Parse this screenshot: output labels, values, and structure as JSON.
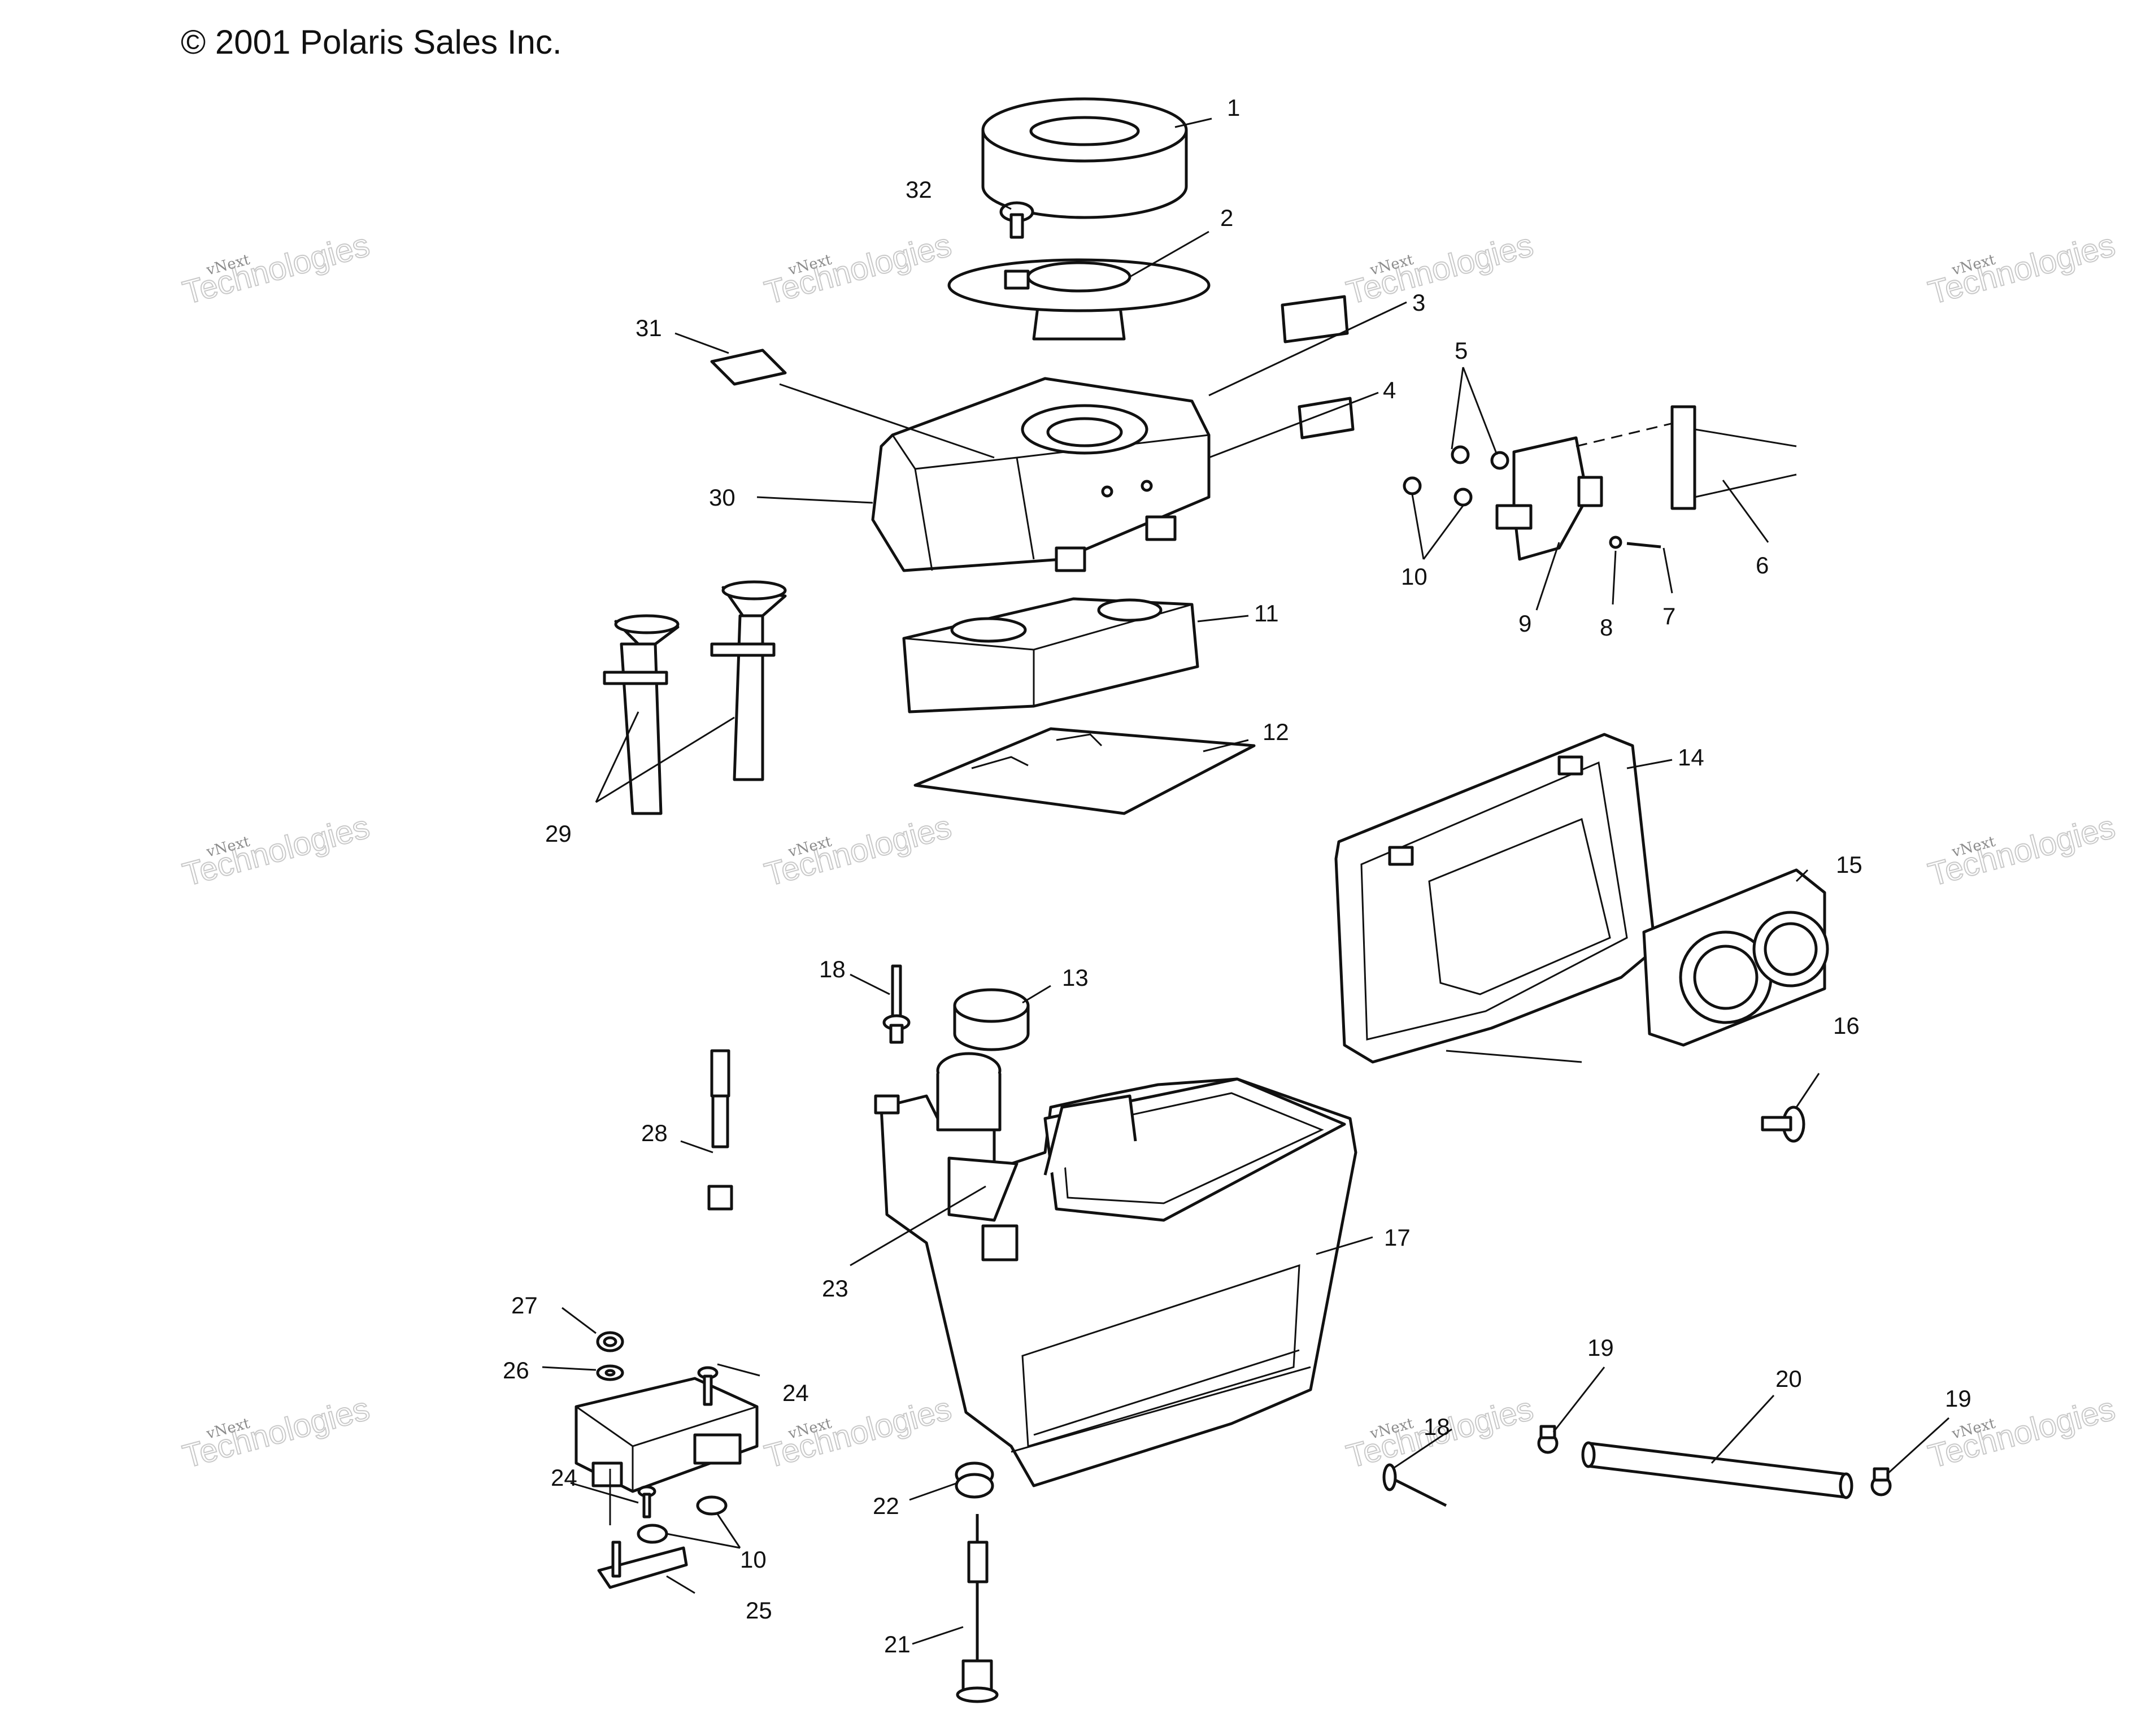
{
  "copyright": "© 2001 Polaris Sales Inc.",
  "watermark": {
    "line1": "vNext",
    "line2": "Technologies"
  },
  "callouts": [
    "1",
    "2",
    "3",
    "4",
    "5",
    "6",
    "7",
    "8",
    "9",
    "10",
    "11",
    "12",
    "13",
    "14",
    "15",
    "16",
    "17",
    "18",
    "19",
    "20",
    "21",
    "22",
    "23",
    "24",
    "25",
    "26",
    "27",
    "28",
    "29",
    "30",
    "31",
    "32"
  ]
}
